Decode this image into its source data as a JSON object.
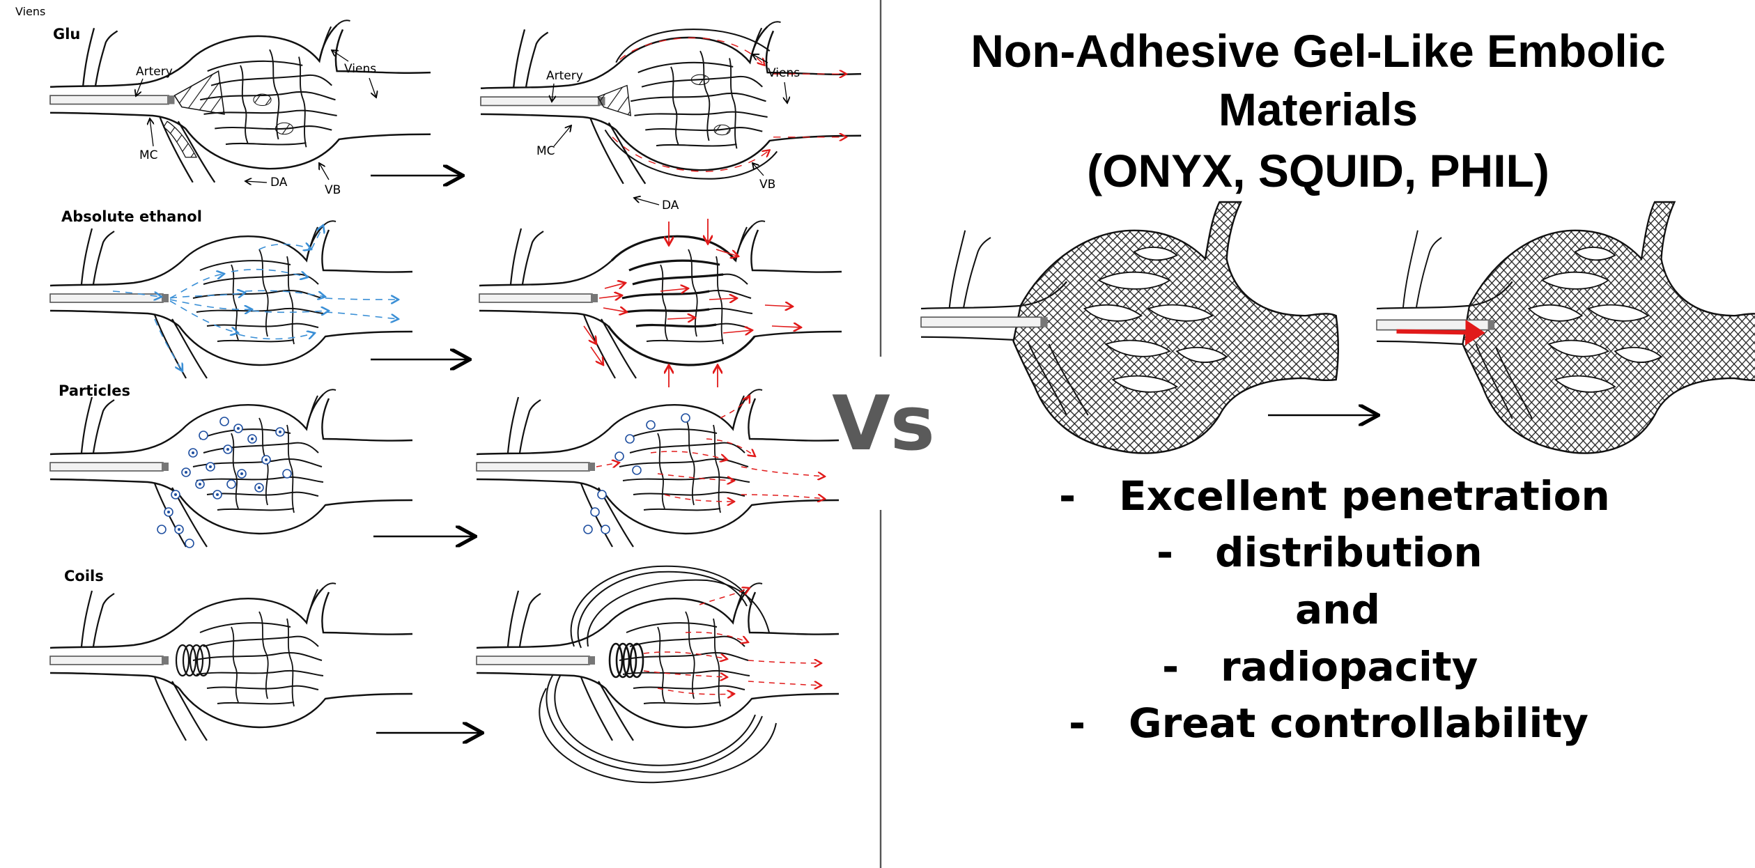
{
  "corner_label": "Viens",
  "left": {
    "row_titles": [
      "Glu",
      "Absolute ethanol",
      "Particles",
      "Coils"
    ],
    "glu_labels_before": {
      "artery": "Artery",
      "viens": "Viens",
      "mc": "MC",
      "da": "DA",
      "vb": "VB"
    },
    "glu_labels_after": {
      "artery": "Artery",
      "viens": "Viens",
      "mc": "MC",
      "da": "DA",
      "vb": "VB"
    }
  },
  "vs_label": "Vs",
  "right": {
    "title_lines": [
      "Non-Adhesive Gel-Like Embolic",
      "Materials",
      "(ONYX, SQUID, PHIL)"
    ],
    "bullets": [
      {
        "dash": "-",
        "text": "Excellent penetration"
      },
      {
        "dash": "-",
        "text": "distribution"
      },
      {
        "dash": "",
        "text": "and"
      },
      {
        "dash": "-",
        "text": "radiopacity"
      },
      {
        "dash": "-",
        "text": "Great controllability"
      }
    ]
  },
  "colors": {
    "blue": "#3a8fd6",
    "dark_blue": "#1f4fa0",
    "red": "#e11a1a",
    "divider": "#555555",
    "vs": "#5a5a5a"
  }
}
